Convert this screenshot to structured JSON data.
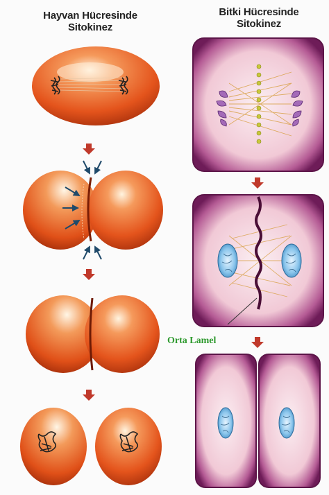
{
  "titles": {
    "animal_line1": "Hayvan Hücresinde",
    "animal_line2": "Sitokinez",
    "plant_line1": "Bitki Hücresinde",
    "plant_line2": "Sitokinez"
  },
  "labels": {
    "middle_lamella": "Orta Lamel"
  },
  "colors": {
    "animal_cell": "#e4541c",
    "animal_highlight": "#ffe8c8",
    "plant_wall": "#8a2a6e",
    "plant_inside": "#f4d6df",
    "spindle": "#d9a24a",
    "arrow": "#c0392b",
    "label_green": "#2f9a2f",
    "nucleus": "#5aa8d8"
  },
  "icons": {
    "step_arrow": "down-arrow-icon",
    "furrow_arrow": "inward-arrow-icon"
  }
}
